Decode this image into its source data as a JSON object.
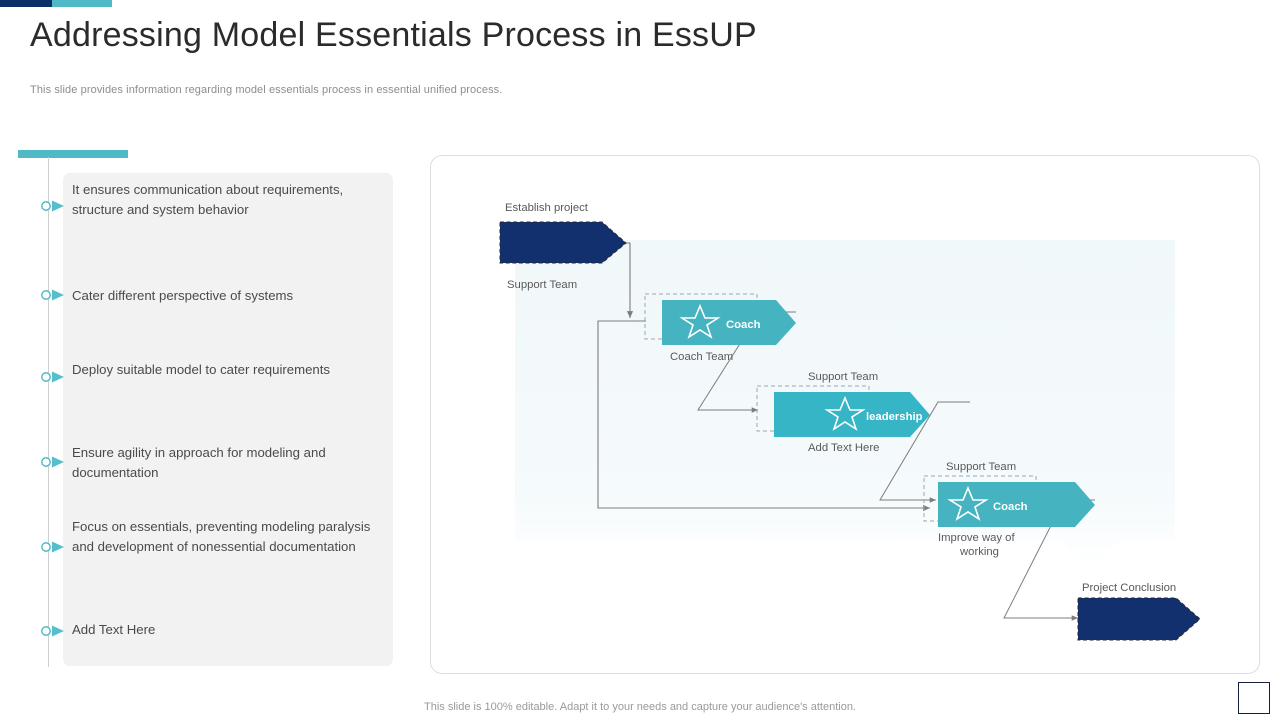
{
  "accent": {
    "navy": "#0d2f68",
    "teal": "#4fb9c6",
    "chevron_navy": "#12306e",
    "chevron_teal_dark": "#45b3c0",
    "chevron_teal_bright": "#35b5c6",
    "panel_grey": "#f2f2f2",
    "diagram_tint": "#f4f9fb"
  },
  "header": {
    "title": "Addressing Model Essentials Process in EssUP",
    "subtitle": "This slide provides information regarding model essentials process in essential unified process."
  },
  "left_column": {
    "bullets": [
      {
        "text": "It ensures communication about requirements, structure and system behavior"
      },
      {
        "text": "Cater different perspective of systems"
      },
      {
        "text": "Deploy suitable model to cater requirements"
      },
      {
        "text": "Ensure agility in approach for modeling and documentation"
      },
      {
        "text": "Focus on essentials, preventing modeling paralysis and development of nonessential documentation"
      },
      {
        "text": "Add Text Here"
      }
    ]
  },
  "diagram": {
    "start": {
      "label": "Establish project",
      "kind": "navy-chevron"
    },
    "steps": [
      {
        "top_label": "Support Team",
        "inner_label": "Coach",
        "bottom_label": "Coach Team",
        "icon": "star-icon"
      },
      {
        "top_label": "Support Team",
        "inner_label": "leadership",
        "bottom_label": "Add Text Here",
        "icon": "star-icon"
      },
      {
        "top_label": "Support Team",
        "inner_label": "Coach",
        "bottom_label": "Improve way of working",
        "icon": "star-icon"
      }
    ],
    "end": {
      "label": "Project Conclusion",
      "kind": "navy-chevron"
    }
  },
  "footer": {
    "note": "This slide is 100% editable. Adapt it to your needs and capture your audience's attention."
  }
}
